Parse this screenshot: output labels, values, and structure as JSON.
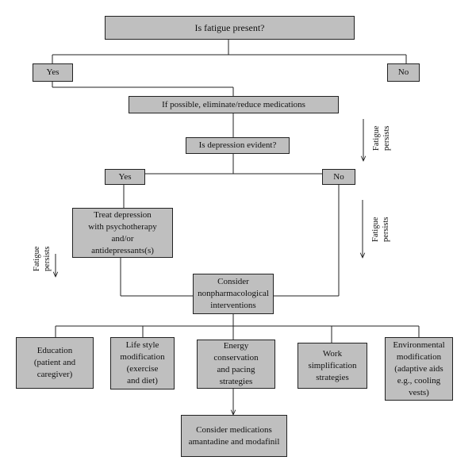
{
  "nodes": {
    "fatigue_present": "Is fatigue present?",
    "yes_top": "Yes",
    "no_top": "No",
    "eliminate_meds": "If possible, eliminate/reduce medications",
    "depression_evident": "Is depression evident?",
    "yes_mid": "Yes",
    "no_mid": "No",
    "treat_depression": "Treat depression\nwith psychotherapy\nand/or\nantidepressants(s)",
    "consider_nonpharm": "Consider\nnonpharmacological\ninterventions",
    "education": "Education\n(patient and\ncaregiver)",
    "lifestyle": "Life style\nmodification\n(exercise\nand diet)",
    "energy": "Energy\nconservation\nand pacing\nstrategies",
    "work": "Work\nsimplification\nstrategies",
    "environmental": "Environmental\nmodification\n(adaptive aids\ne.g., cooling\nvests)",
    "consider_meds": "Consider medications\namantadine and modafinil"
  },
  "notes": {
    "fatigue_persists_1": "Fatigue\npersists",
    "fatigue_persists_2": "Fatigue\npersists",
    "fatigue_persists_3": "Fatigue\npersists"
  }
}
